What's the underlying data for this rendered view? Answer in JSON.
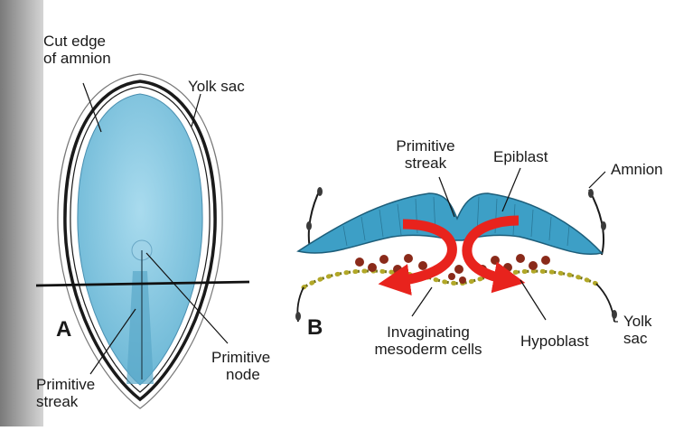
{
  "panel_a": {
    "letter": "A",
    "labels": {
      "cut_edge_line1": "Cut edge",
      "cut_edge_line2": "of amnion",
      "yolk_sac": "Yolk sac",
      "primitive_streak_line1": "Primitive",
      "primitive_streak_line2": "streak",
      "primitive_node_line1": "Primitive",
      "primitive_node_line2": "node"
    }
  },
  "panel_b": {
    "letter": "B",
    "labels": {
      "primitive_streak_line1": "Primitive",
      "primitive_streak_line2": "streak",
      "epiblast": "Epiblast",
      "amnion": "Amnion",
      "yolk_sac_line1": "Yolk",
      "yolk_sac_line2": "sac",
      "invaginating_line1": "Invaginating",
      "invaginating_line2": "mesoderm cells",
      "hypoblast": "Hypoblast"
    }
  },
  "colors": {
    "embryonic_disc": "#7dc4de",
    "arrows": "#e8231d",
    "mesoderm_cells": "#8a2a1a",
    "hypoblast_cells": "#b2a828",
    "outlines": "#1a1a1a",
    "page_edge": "#8f8f8f"
  }
}
